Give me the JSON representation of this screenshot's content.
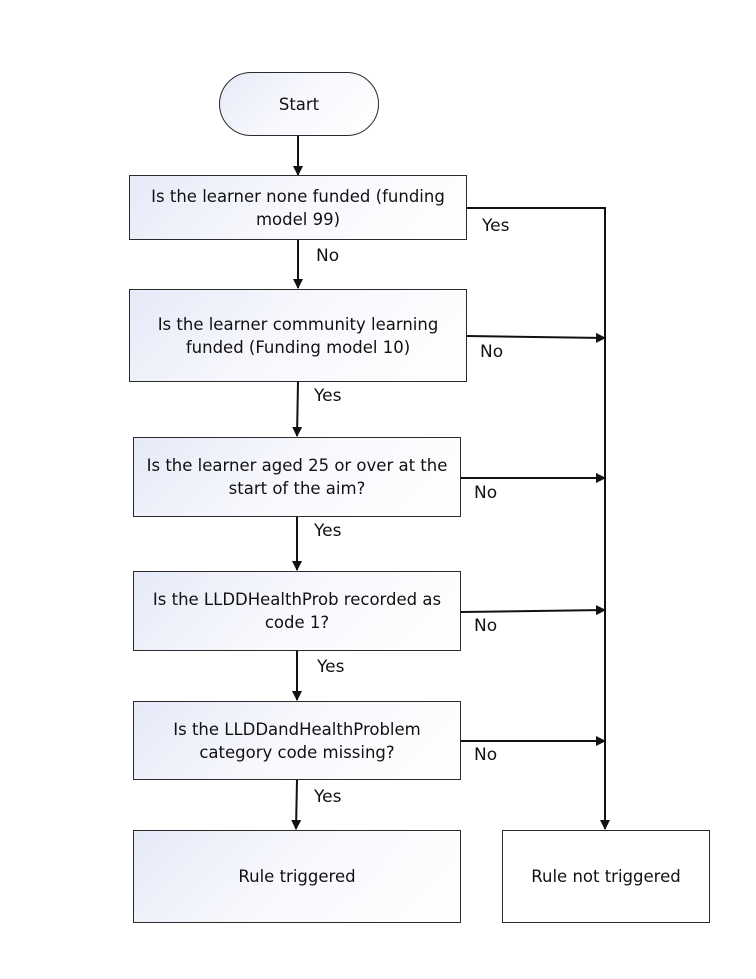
{
  "nodes": {
    "start": "Start",
    "q1": "Is the learner none funded (funding model 99)",
    "q2": "Is the learner community learning funded (Funding model 10)",
    "q3": "Is the learner aged 25 or over at the start of the aim?",
    "q4": "Is the LLDDHealthProb recorded as code 1?",
    "q5": "Is the LLDDandHealthProblem category code missing?",
    "triggered": "Rule triggered",
    "not_triggered": "Rule not triggered"
  },
  "edge_labels": {
    "q1_yes": "Yes",
    "q1_no": "No",
    "q2_yes": "Yes",
    "q2_no": "No",
    "q3_yes": "Yes",
    "q3_no": "No",
    "q4_yes": "Yes",
    "q4_no": "No",
    "q5_yes": "Yes",
    "q5_no": "No"
  },
  "colors": {
    "stroke": "#2b2b2b",
    "fill_gradient_start": "#e6e9f8",
    "fill_gradient_end": "#ffffff"
  }
}
